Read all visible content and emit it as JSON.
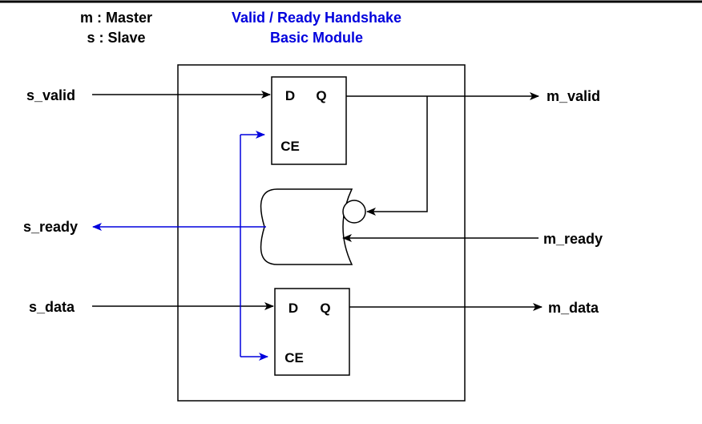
{
  "legend": {
    "master": "m : Master",
    "slave": "s : Slave"
  },
  "title": {
    "line1": "Valid / Ready Handshake",
    "line2": "Basic Module"
  },
  "signals": {
    "s_valid": "s_valid",
    "s_ready": "s_ready",
    "s_data": "s_data",
    "m_valid": "m_valid",
    "m_ready": "m_ready",
    "m_data": "m_data"
  },
  "ff_valid": {
    "d": "D",
    "q": "Q",
    "ce": "CE"
  },
  "ff_data": {
    "d": "D",
    "q": "Q",
    "ce": "CE"
  },
  "colors": {
    "wire": "#000000",
    "ready_path": "#0000dd",
    "title": "#0000dd"
  }
}
